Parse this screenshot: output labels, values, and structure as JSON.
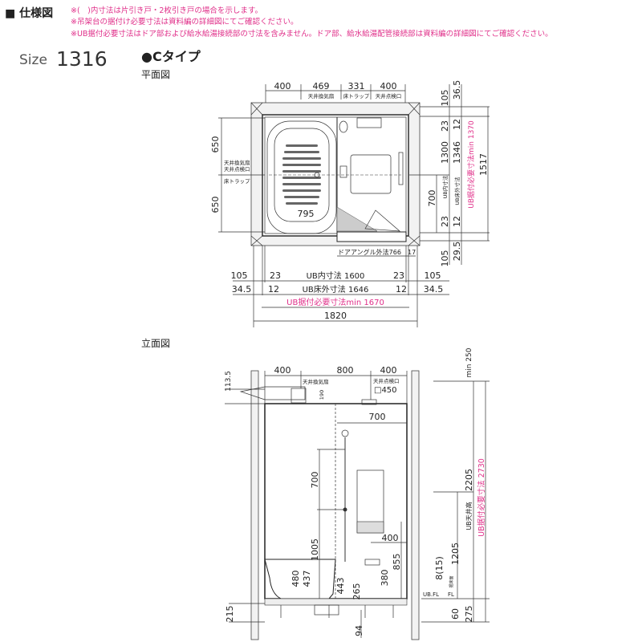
{
  "header": {
    "title": "■ 仕様図",
    "notes": [
      "※(　)内寸法は片引き戸・2枚引き戸の場合を示します。",
      "※吊架台の据付け必要寸法は資料編の詳細図にてご確認ください。",
      "※UB据付必要寸法はドア部および給水給湯接続部の寸法を含みません。ドア部、給水給湯配管接続部は資料編の詳細図にてご確認ください。"
    ],
    "size_label": "Size",
    "size_value": "1316",
    "type_label": "●Cタイプ"
  },
  "plan": {
    "title": "平面図",
    "top_dims": [
      "400",
      "469",
      "331",
      "400"
    ],
    "top_sublabels": [
      "天井換気扇",
      "床トラップ",
      "天井点検口"
    ],
    "left_dims": [
      "650",
      "650"
    ],
    "left_labels": [
      "天井換気扇",
      "天井点検口",
      "床トラップ"
    ],
    "tub_label": "795",
    "right_dims": {
      "top_a": "105",
      "top_b": "36.5",
      "inner_top": "23",
      "floor_top": "12",
      "inner": "1300",
      "floor": "1346",
      "inner_label": "UB内寸法",
      "floor_label": "UB床外寸法",
      "required": "UB据付必要寸法min 1370",
      "total": "1517",
      "sub": "700",
      "inner_bottom": "23",
      "floor_bottom": "12",
      "bottom_a": "29.5",
      "bottom_b": "105"
    },
    "door_label": "ドアアングル外法766",
    "door_offset": "17",
    "bottom_dims": {
      "row1": [
        "105",
        "23",
        "UB内寸法 1600",
        "23",
        "105"
      ],
      "row2": [
        "34.5",
        "12",
        "UB床外寸法 1646",
        "12",
        "34.5"
      ],
      "required": "UB据付必要寸法min 1670",
      "total": "1820"
    }
  },
  "elevation": {
    "title": "立面図",
    "top_dims": [
      "400",
      "800",
      "400"
    ],
    "fan_label": "天井換気扇",
    "hatch_label": "天井点検口",
    "hatch_size": "□450",
    "dims": {
      "d113": "113.5",
      "d190": "190",
      "d700h": "700",
      "d700v": "700",
      "d1005": "1005",
      "d400": "400",
      "d855": "855",
      "d480": "480",
      "d437": "437",
      "d443": "443",
      "d265": "265",
      "d380": "380",
      "d94": "94",
      "d215": "215",
      "min250": "min 250",
      "d2205": "2205",
      "ceiling_label": "UB天井高",
      "required": "UB据付必要寸法 2730",
      "d1205": "1205",
      "d8": "8(15)",
      "ubfl": "UB.FL",
      "floor_fl": "据床面",
      "fl": "FL",
      "d60": "60",
      "d275": "275"
    }
  },
  "colors": {
    "accent": "#e0308a",
    "line": "#333333"
  }
}
